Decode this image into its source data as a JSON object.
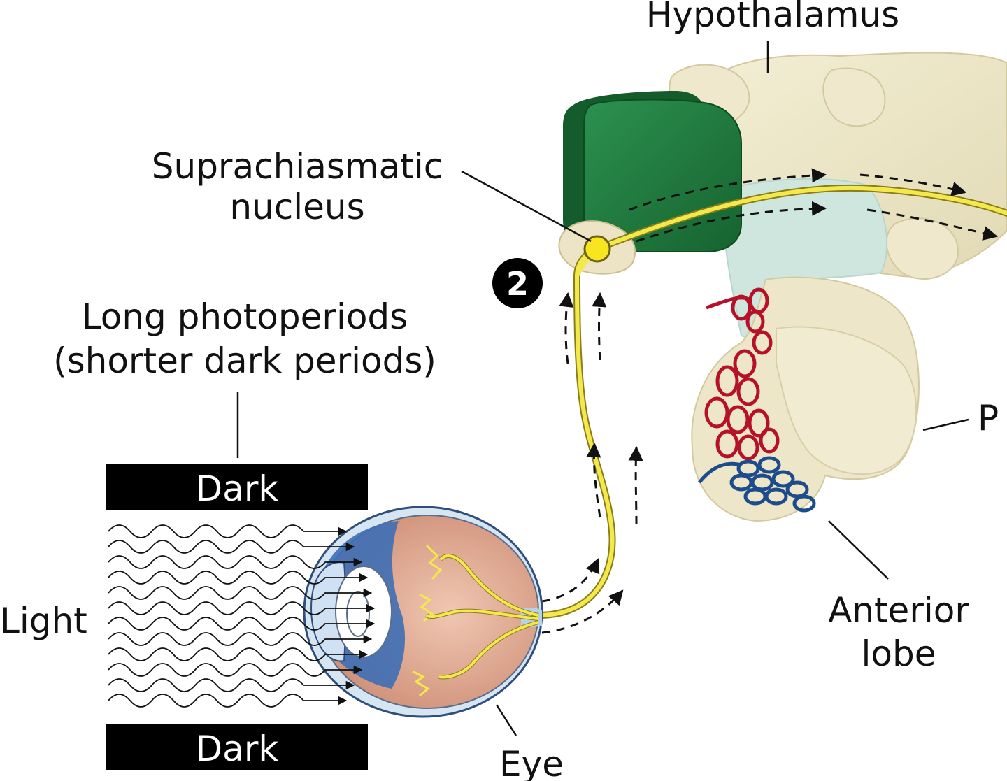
{
  "labels": {
    "hypothalamus": "Hypothalamus",
    "scn_line1": "Suprachiasmatic",
    "scn_line2": "nucleus",
    "photoperiod_line1": "Long  photoperiods",
    "photoperiod_line2": "(shorter dark periods)",
    "dark_top": "Dark",
    "dark_bottom": "Dark",
    "light": "Light",
    "eye": "Eye",
    "posterior_cut": "P",
    "anterior_line1": "Anterior",
    "anterior_line2": "lobe"
  },
  "step_badge": "2",
  "colors": {
    "nerve": "#f3e94c",
    "scn_green": "#1f7a3c",
    "hypothalamus": "#ece6c6",
    "blood_red": "#b5122a",
    "blood_blue": "#1d4c8c",
    "eye_flesh": "#dea78f",
    "iris_blue": "#3d6fb5"
  }
}
